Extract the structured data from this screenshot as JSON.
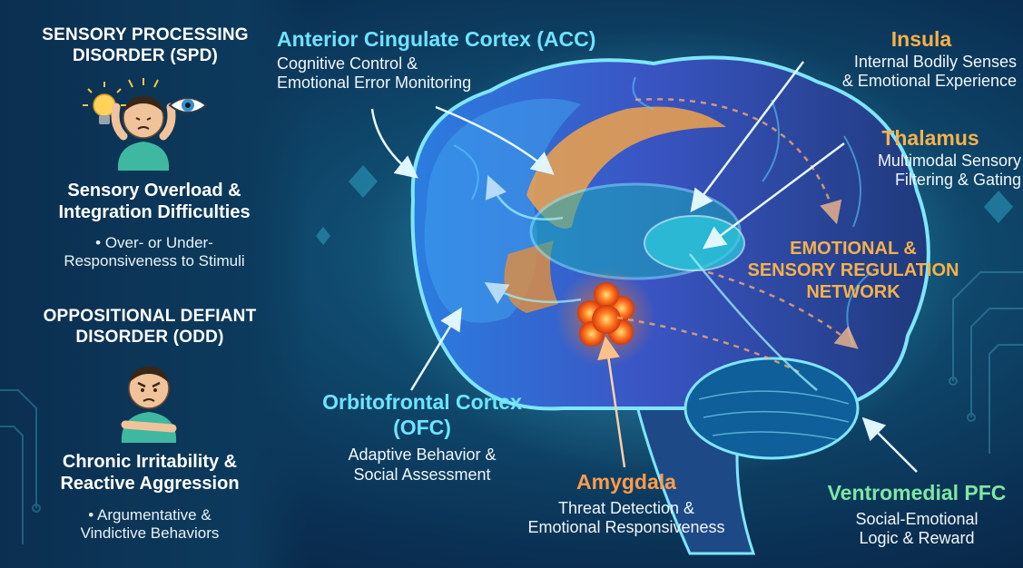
{
  "left": {
    "spd_title": [
      "SENSORY PROCESSING",
      "DISORDER (SPD)"
    ],
    "spd_subtitle": [
      "Sensory Overload &",
      "Integration Difficulties"
    ],
    "spd_bullet": [
      "• Over- or Under-",
      "Responsiveness to Stimuli"
    ],
    "odd_title": [
      "OPPOSITIONAL DEFIANT",
      "DISORDER (ODD)"
    ],
    "odd_subtitle": [
      "Chronic Irritability &",
      "Reactive Aggression"
    ],
    "odd_bullet": [
      "• Argumentative &",
      "Vindictive Behaviors"
    ]
  },
  "regions": {
    "acc": {
      "name": "Anterior Cingulate Cortex (ACC)",
      "desc": [
        "Cognitive Control &",
        "Emotional Error Monitoring"
      ]
    },
    "insula": {
      "name": "Insula",
      "desc": [
        "Internal Bodily Senses",
        "& Emotional Experience"
      ]
    },
    "thalamus": {
      "name": "Thalamus",
      "desc": [
        "Multimodal Sensory",
        "Filtering & Gating"
      ]
    },
    "network": {
      "name": [
        "EMOTIONAL &",
        "SENSORY REGULATION",
        "NETWORK"
      ]
    },
    "ofc": {
      "name": [
        "Orbitofrontal Cortex",
        "(OFC)"
      ],
      "desc": [
        "Adaptive Behavior &",
        "Social Assessment"
      ]
    },
    "amygdala": {
      "name": "Amygdala",
      "desc": [
        "Threat Detection &",
        "Emotional Responsiveness"
      ]
    },
    "vmpfc": {
      "name": "Ventromedial PFC",
      "desc": [
        "Social-Emotional",
        "Logic & Reward"
      ]
    }
  },
  "colors": {
    "cyan_label": "#6ee4ff",
    "gold_label": "#f5b14b",
    "orange_label": "#ff9c4a",
    "green_label": "#7ee8a4",
    "brain_outline": "#7fe6ff",
    "amygdala": "#ff6a1f"
  },
  "icons": [
    "lightbulb-icon",
    "distressed-child-icon",
    "eye-icon",
    "angry-child-icon"
  ]
}
